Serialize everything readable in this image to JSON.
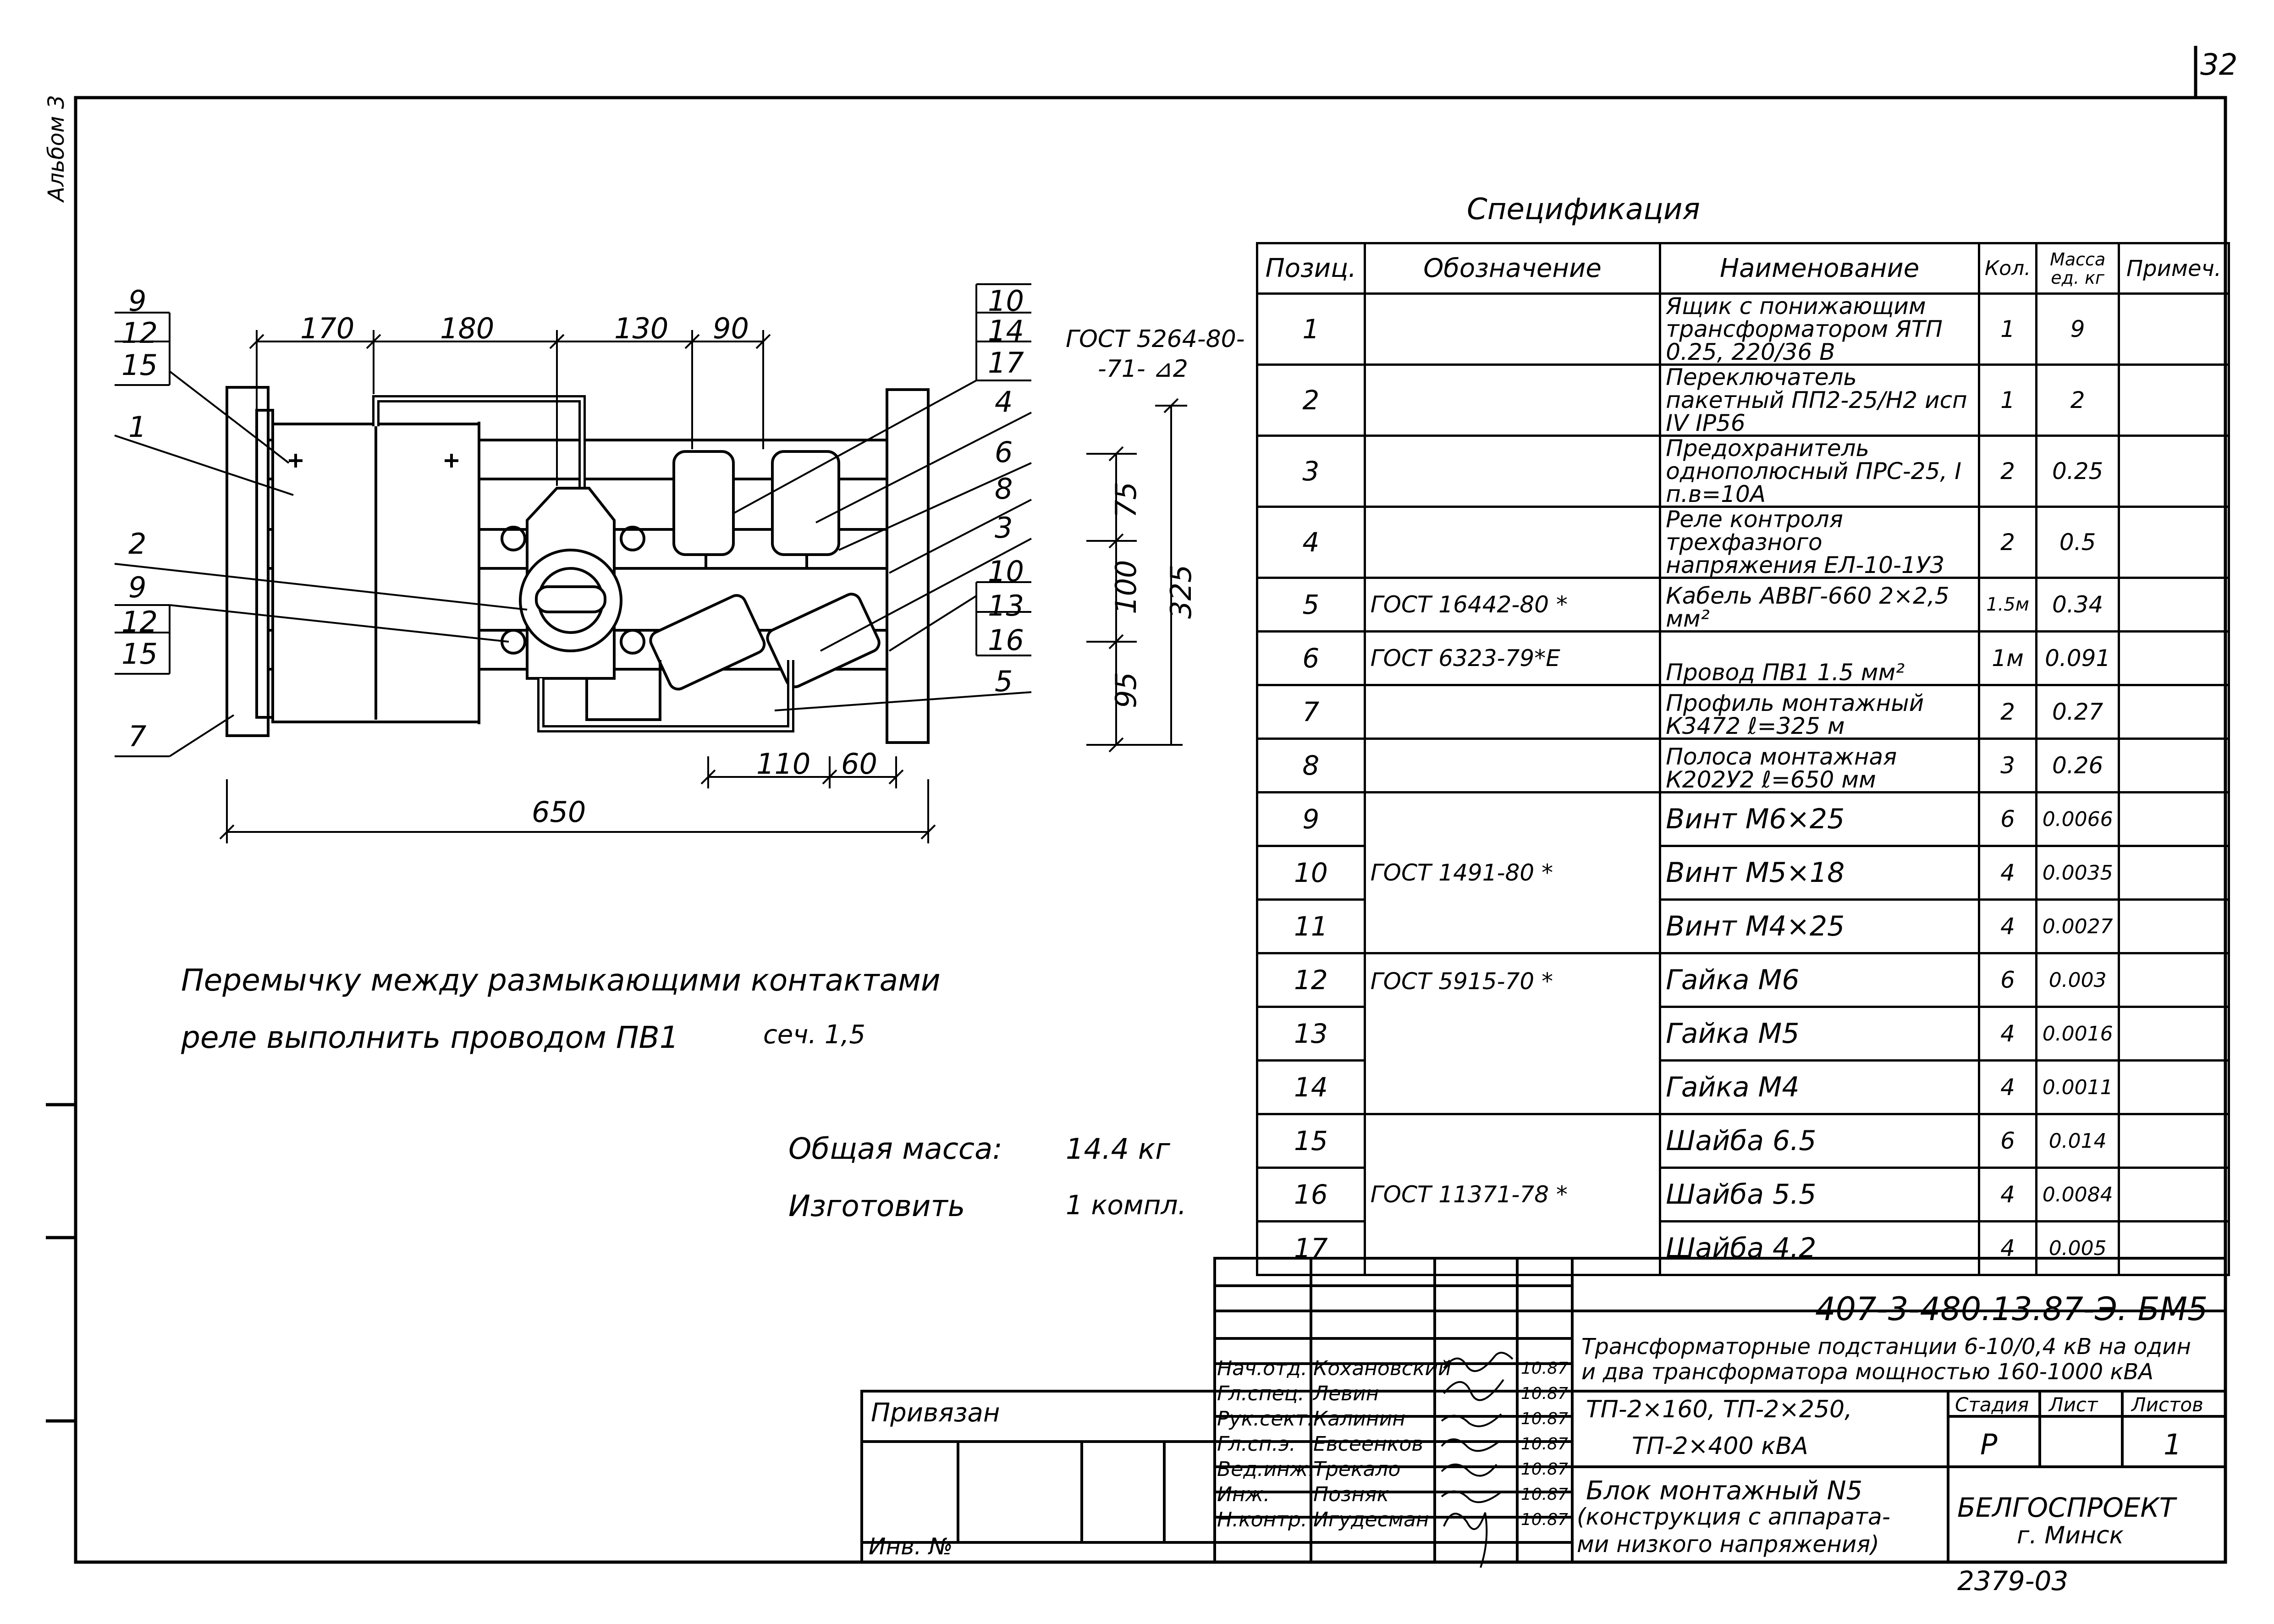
{
  "page_number": "32",
  "album_label": "Альбом 3",
  "spec": {
    "title": "Спецификация",
    "headers": {
      "pos": "Позиц.",
      "designation": "Обозначение",
      "name": "Наименование",
      "qty": "Кол.",
      "mass": "Масса ед. кг",
      "note": "Примеч."
    },
    "rows": [
      {
        "pos": "1",
        "name": "Ящик с понижающим трансформатором ЯТП 0.25, 220/36 В",
        "qty": "1",
        "mass": "9"
      },
      {
        "pos": "2",
        "name": "Переключатель пакетный ПП2-25/Н2 исп IV IP56",
        "qty": "1",
        "mass": "2"
      },
      {
        "pos": "3",
        "name": "Предохранитель однополюсный ПРС-25, I п.в=10А",
        "qty": "2",
        "mass": "0.25"
      },
      {
        "pos": "4",
        "name": "Реле контроля трехфазного напряжения ЕЛ-10-1У3",
        "qty": "2",
        "mass": "0.5"
      },
      {
        "pos": "5",
        "name": "Кабель АВВГ-660 2×2,5 мм²",
        "qty": "1.5м",
        "mass": "0.34"
      },
      {
        "pos": "6",
        "name": "Провод ПВ1 1.5 мм²",
        "qty": "1м",
        "mass": "0.091"
      },
      {
        "pos": "7",
        "name": "Профиль монтажный К3472 ℓ=325 м",
        "qty": "2",
        "mass": "0.27"
      },
      {
        "pos": "8",
        "name": "Полоса монтажная К202У2 ℓ=650 мм",
        "qty": "3",
        "mass": "0.26"
      },
      {
        "pos": "9",
        "name": "Винт М6×25",
        "qty": "6",
        "mass": "0.0066"
      },
      {
        "pos": "10",
        "name": "Винт М5×18",
        "qty": "4",
        "mass": "0.0035"
      },
      {
        "pos": "11",
        "name": "Винт М4×25",
        "qty": "4",
        "mass": "0.0027"
      },
      {
        "pos": "12",
        "name": "Гайка М6",
        "qty": "6",
        "mass": "0.003"
      },
      {
        "pos": "13",
        "name": "Гайка М5",
        "qty": "4",
        "mass": "0.0016"
      },
      {
        "pos": "14",
        "name": "Гайка М4",
        "qty": "4",
        "mass": "0.0011"
      },
      {
        "pos": "15",
        "name": "Шайба 6.5",
        "qty": "6",
        "mass": "0.014"
      },
      {
        "pos": "16",
        "name": "Шайба 5.5",
        "qty": "4",
        "mass": "0.0084"
      },
      {
        "pos": "17",
        "name": "Шайба 4.2",
        "qty": "4",
        "mass": "0.005"
      }
    ],
    "designations": {
      "r5": "ГОСТ 16442-80 *",
      "r6": "ГОСТ 6323-79*Е",
      "g9_11": "ГОСТ 1491-80 *",
      "g12_14": "ГОСТ 5915-70 *",
      "g15_17": "ГОСТ 11371-78 *"
    }
  },
  "drawing": {
    "gost_weld": "ГОСТ 5264-80-",
    "gost_weld2": "-71- ⊿2",
    "dims": {
      "d170": "170",
      "d180": "180",
      "d130": "130",
      "d90": "90",
      "d650": "650",
      "d110": "110",
      "d60": "60",
      "d75": "75",
      "d100": "100",
      "d95": "95",
      "d325": "325"
    },
    "callouts_left": {
      "a": "9",
      "b": "12",
      "c": "15",
      "d": "1",
      "e": "2",
      "f": "9",
      "g": "12",
      "h": "15",
      "i": "7"
    },
    "callouts_right": {
      "a": "10",
      "b": "14",
      "c": "17",
      "d": "4",
      "e": "6",
      "f": "8",
      "g": "3",
      "h": "10",
      "i": "13",
      "j": "16",
      "k": "5"
    }
  },
  "notes": {
    "jumper_line1": "Перемычку между размыкающими контактами",
    "jumper_line2": "реле выполнить проводом ПВ1",
    "jumper_section": "сеч. 1,5",
    "total_mass_label": "Общая масса:",
    "total_mass_value": "14.4 кг",
    "make_label": "Изготовить",
    "make_value": "1 компл."
  },
  "title_block": {
    "doc_code": "407-3-480.13.87-Э. БМ5",
    "project_title_1": "Трансформаторные подстанции 6-10/0,4 кВ на один",
    "project_title_2": "и два трансформатора мощностью 160-1000 кВА",
    "variants_1": "ТП-2×160, ТП-2×250,",
    "variants_2": "ТП-2×400 кВА",
    "sheet_title_1": "Блок монтажный N5",
    "sheet_title_2": "(конструкция с аппарата-",
    "sheet_title_3": "ми низкого напряжения)",
    "stage_label": "Стадия",
    "sheet_label": "Лист",
    "sheets_label": "Листов",
    "stage": "Р",
    "sheets": "1",
    "org_1": "БЕЛГОСПРОЕКТ",
    "org_2": "г. Минск",
    "tied_label": "Привязан",
    "inv_label": "Инв. №",
    "bottom_code": "2379-03",
    "signers": [
      {
        "role": "Нач.отд.",
        "name": "Кохановский",
        "date": "10.87"
      },
      {
        "role": "Гл.спец.",
        "name": "Левин",
        "date": "10.87"
      },
      {
        "role": "Рук.сект.",
        "name": "Калинин",
        "date": "10.87"
      },
      {
        "role": "Гл.сп.э.",
        "name": "Евсеенков",
        "date": "10.87"
      },
      {
        "role": "Вед.инж.",
        "name": "Трекало",
        "date": "10.87"
      },
      {
        "role": "Инж.",
        "name": "Позняк",
        "date": "10.87"
      },
      {
        "role": "Н.контр.",
        "name": "Игудесман",
        "date": "10.87"
      }
    ]
  }
}
